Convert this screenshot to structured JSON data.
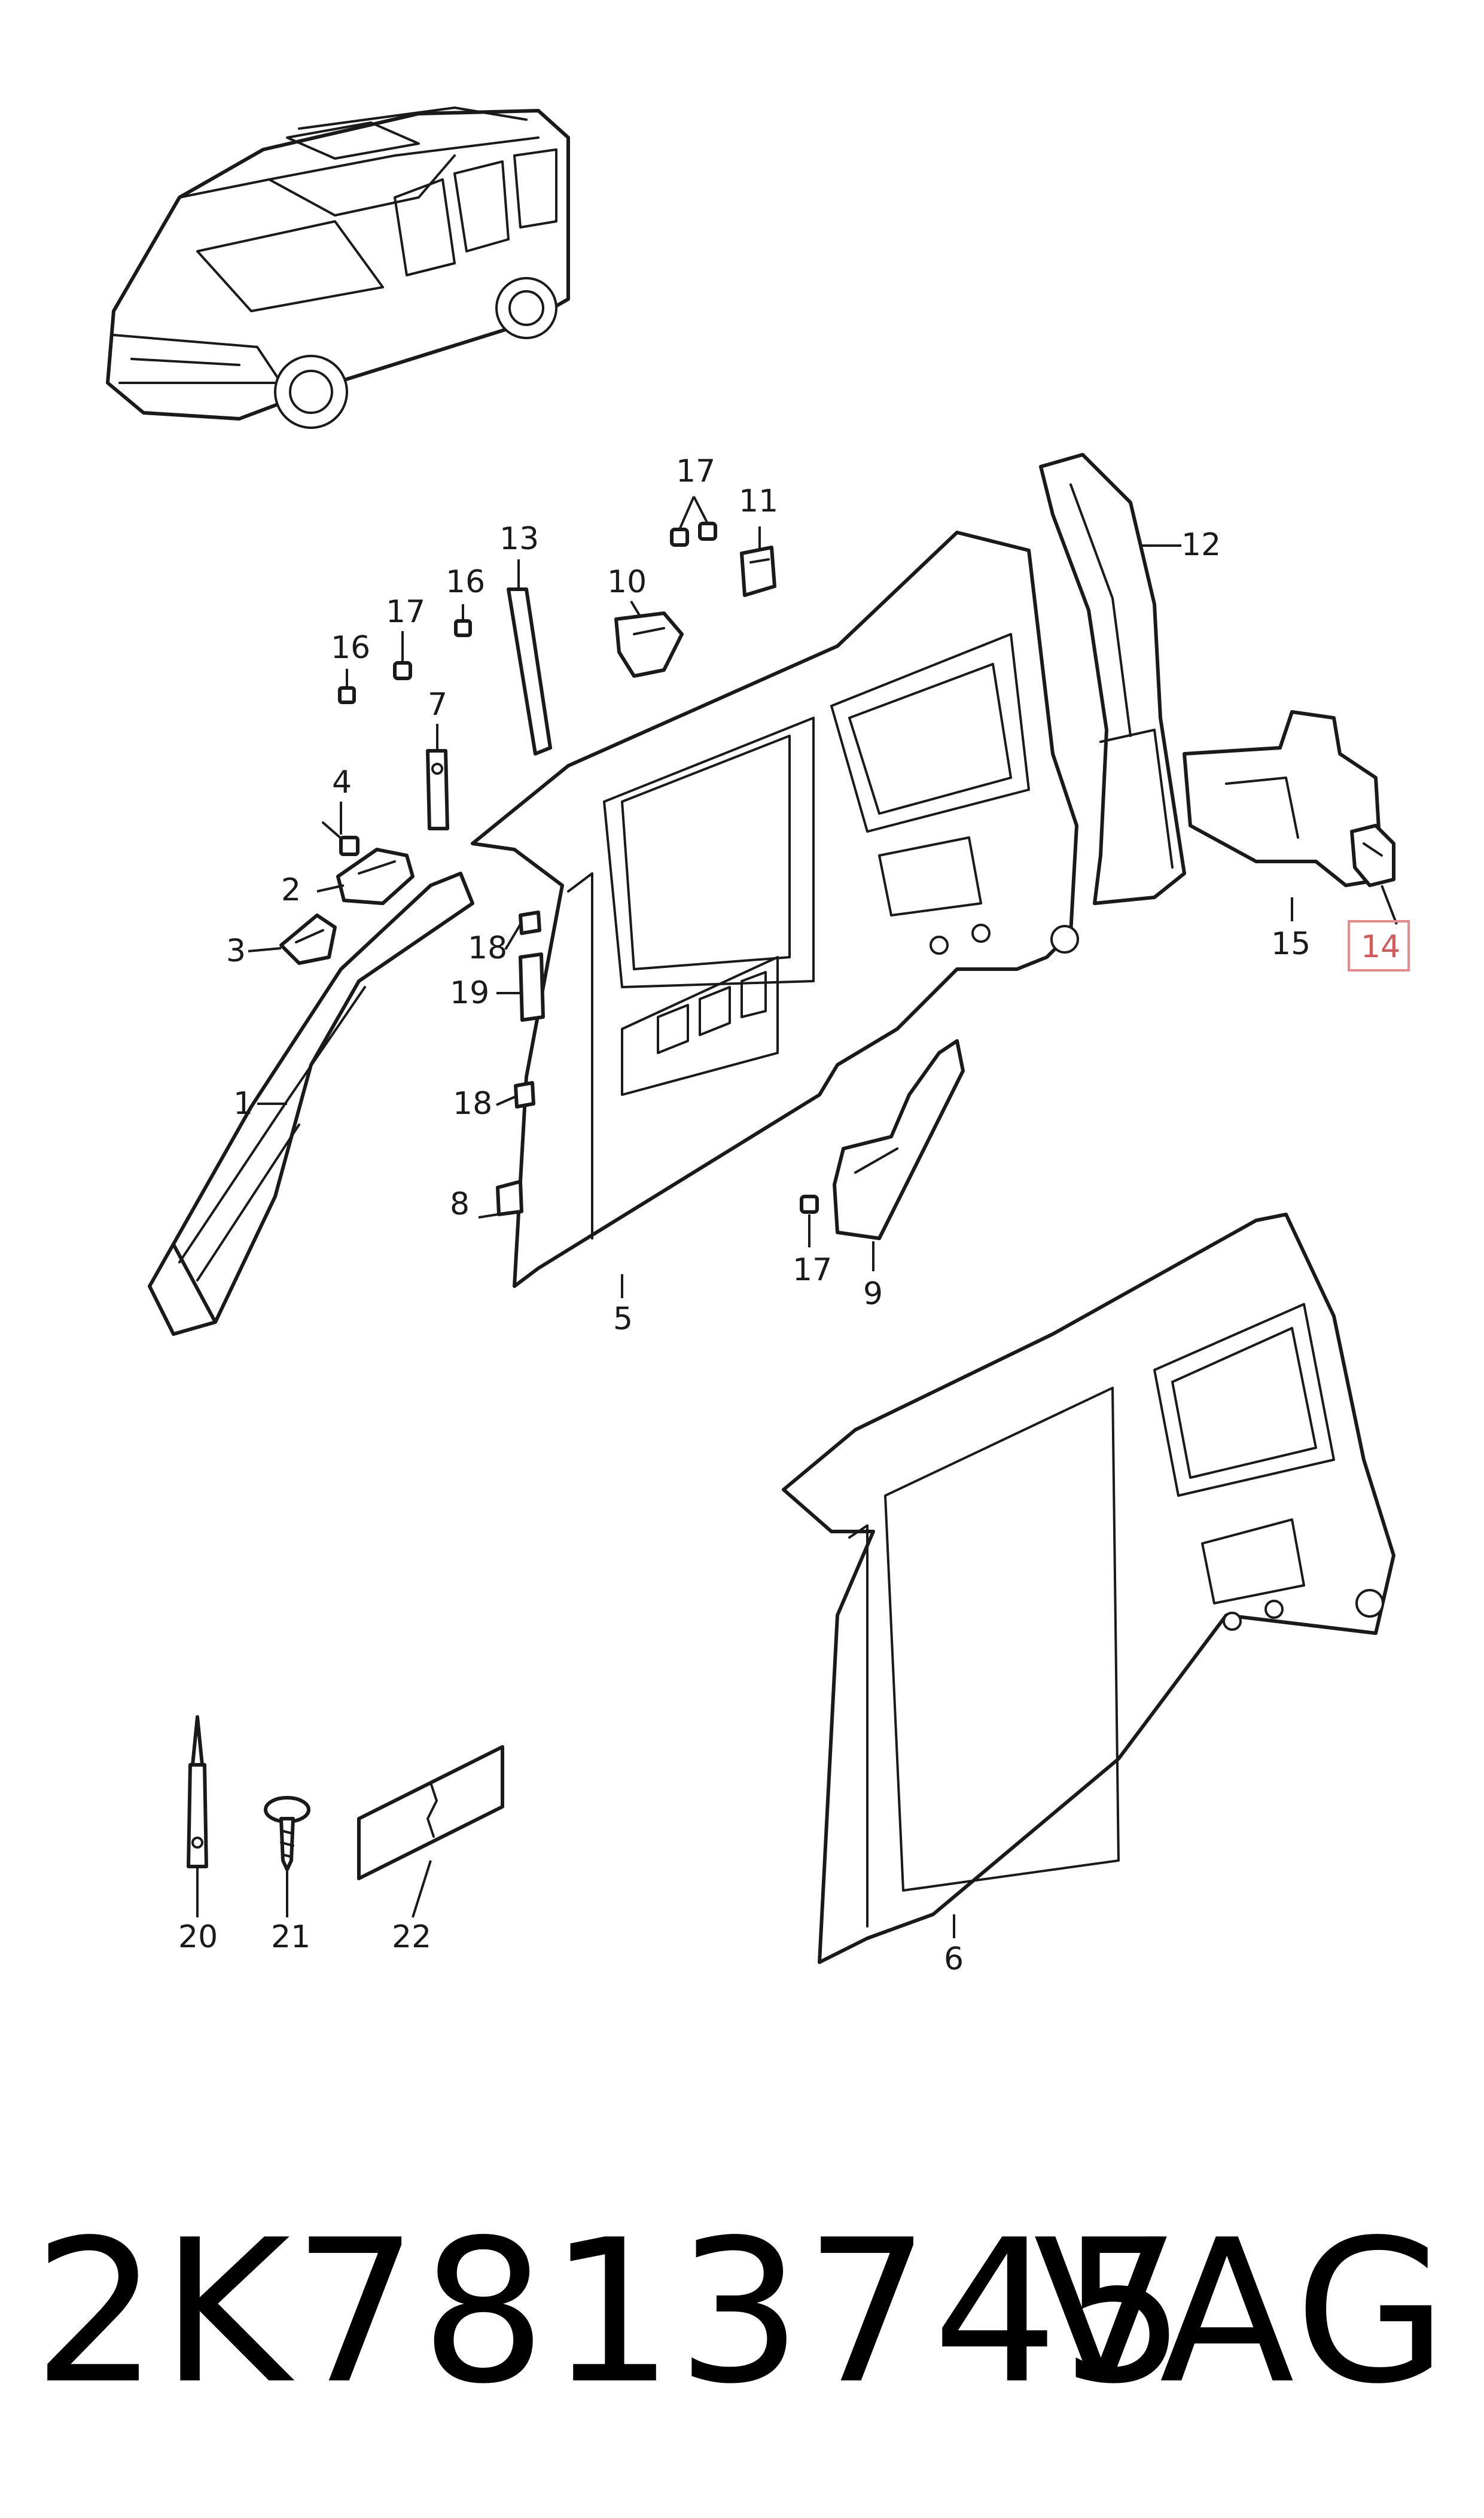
{
  "diagram": {
    "callouts": [
      {
        "id": "c1",
        "label": "1"
      },
      {
        "id": "c2",
        "label": "2"
      },
      {
        "id": "c3",
        "label": "3"
      },
      {
        "id": "c4",
        "label": "4"
      },
      {
        "id": "c5",
        "label": "5"
      },
      {
        "id": "c6",
        "label": "6"
      },
      {
        "id": "c7",
        "label": "7"
      },
      {
        "id": "c8",
        "label": "8"
      },
      {
        "id": "c9",
        "label": "9"
      },
      {
        "id": "c10",
        "label": "10"
      },
      {
        "id": "c11",
        "label": "11"
      },
      {
        "id": "c12",
        "label": "12"
      },
      {
        "id": "c13",
        "label": "13"
      },
      {
        "id": "c14",
        "label": "14",
        "highlighted": true
      },
      {
        "id": "c15",
        "label": "15"
      },
      {
        "id": "c16a",
        "label": "16"
      },
      {
        "id": "c16b",
        "label": "16"
      },
      {
        "id": "c17a",
        "label": "17"
      },
      {
        "id": "c17b",
        "label": "17"
      },
      {
        "id": "c17c",
        "label": "17"
      },
      {
        "id": "c18a",
        "label": "18"
      },
      {
        "id": "c18b",
        "label": "18"
      },
      {
        "id": "c19",
        "label": "19"
      },
      {
        "id": "c20",
        "label": "20"
      },
      {
        "id": "c21",
        "label": "21"
      },
      {
        "id": "c22",
        "label": "22"
      }
    ],
    "highlight_color": "#e88a8a",
    "line_color": "#1a1a1a"
  },
  "footer": {
    "part_number": "2K7813745",
    "brand": "VAG"
  }
}
